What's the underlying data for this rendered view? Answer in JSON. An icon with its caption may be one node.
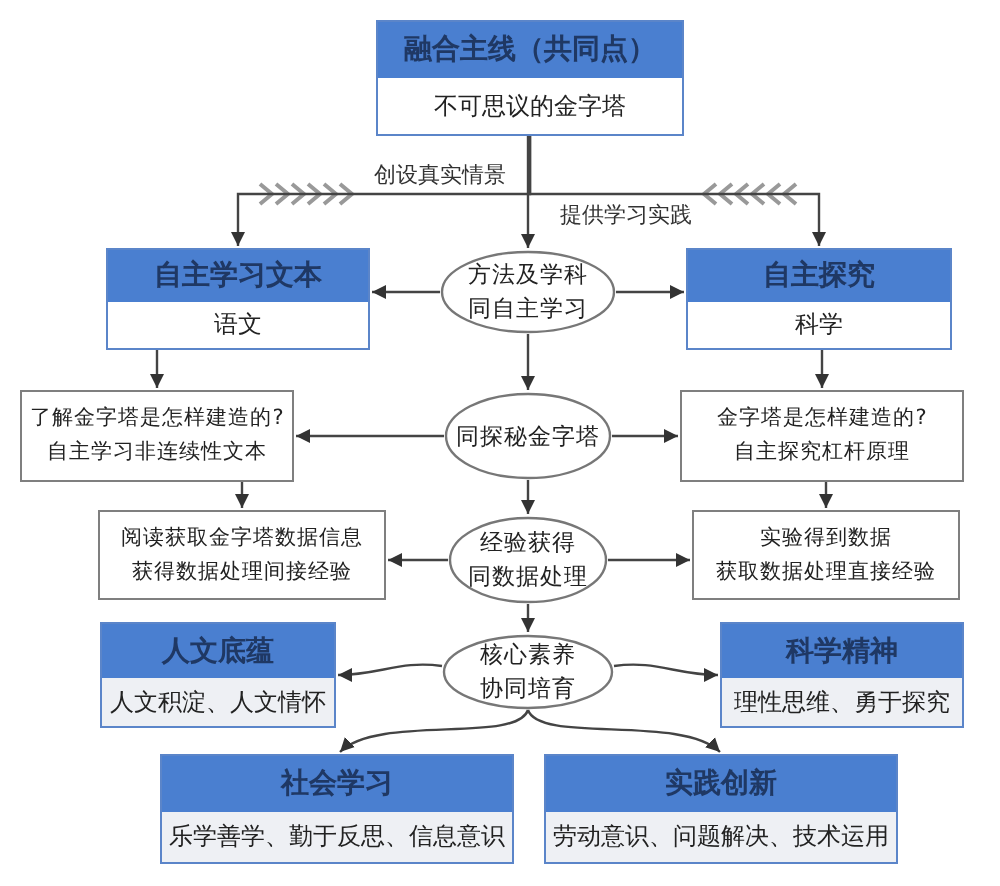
{
  "diagram": {
    "nodes": [
      {
        "text": [
          "融合主线（共同点）",
          "不可思议的金字塔"
        ]
      },
      {
        "text": [
          "自主学习文本",
          "语文"
        ]
      },
      {
        "text": [
          "方法及学科",
          "同自主学习"
        ]
      },
      {
        "text": [
          "自主探究",
          "科学"
        ]
      },
      {
        "text": [
          "了解金字塔是怎样建造的?",
          "自主学习非连续性文本"
        ]
      },
      {
        "text": [
          "同探秘金字塔"
        ]
      },
      {
        "text": [
          "金字塔是怎样建造的?",
          "自主探究杠杆原理"
        ]
      },
      {
        "text": [
          "阅读获取金字塔数据信息",
          "获得数据处理间接经验"
        ]
      },
      {
        "text": [
          "经验获得",
          "同数据处理"
        ]
      },
      {
        "text": [
          "实验得到数据",
          "获取数据处理直接经验"
        ]
      },
      {
        "text": [
          "核心素养",
          "协同培育"
        ]
      },
      {
        "text": [
          "人文底蕴",
          "人文积淀、人文情怀"
        ]
      },
      {
        "text": [
          "科学精神",
          "理性思维、勇于探究"
        ]
      },
      {
        "text": [
          "社会学习",
          "乐学善学、勤于反思、信息意识"
        ]
      },
      {
        "text": [
          "实践创新",
          "劳动意识、问题解决、技术运用"
        ]
      }
    ],
    "edges": [
      {
        "from": 0,
        "to": 1,
        "arrow": "to",
        "label": "创设真实情景"
      },
      {
        "from": 0,
        "to": 2,
        "arrow": "to"
      },
      {
        "from": 0,
        "to": 3,
        "arrow": "to",
        "label": "提供学习实践"
      },
      {
        "from": 2,
        "to": 1,
        "arrow": "to"
      },
      {
        "from": 2,
        "to": 3,
        "arrow": "to"
      },
      {
        "from": 1,
        "to": 4,
        "arrow": "to"
      },
      {
        "from": 2,
        "to": 5,
        "arrow": "to"
      },
      {
        "from": 3,
        "to": 6,
        "arrow": "to"
      },
      {
        "from": 5,
        "to": 4,
        "arrow": "to"
      },
      {
        "from": 5,
        "to": 6,
        "arrow": "to"
      },
      {
        "from": 4,
        "to": 7,
        "arrow": "to"
      },
      {
        "from": 5,
        "to": 8,
        "arrow": "to"
      },
      {
        "from": 6,
        "to": 9,
        "arrow": "to"
      },
      {
        "from": 8,
        "to": 7,
        "arrow": "to"
      },
      {
        "from": 8,
        "to": 9,
        "arrow": "to"
      },
      {
        "from": 8,
        "to": 10,
        "arrow": "to"
      },
      {
        "from": 10,
        "to": 11,
        "arrow": "to"
      },
      {
        "from": 10,
        "to": 12,
        "arrow": "to"
      },
      {
        "from": 10,
        "to": 13,
        "arrow": "to"
      },
      {
        "from": 10,
        "to": 14,
        "arrow": "to"
      }
    ]
  }
}
